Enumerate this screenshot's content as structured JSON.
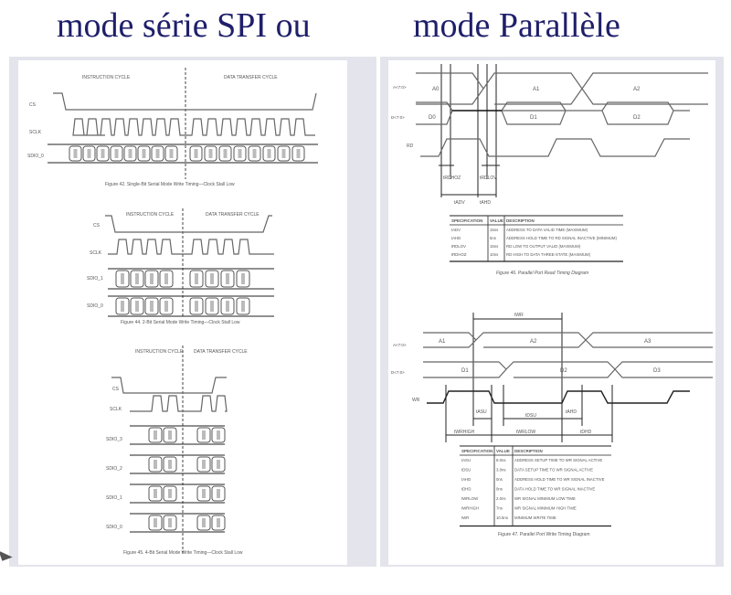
{
  "slide": {
    "title_left": "mode série SPI  ou",
    "title_right": "mode Parallèle"
  },
  "spi": {
    "instruction_cycle": "INSTRUCTION CYCLE",
    "data_transfer_cycle": "DATA TRANSFER CYCLE",
    "signals": {
      "cs": "CS",
      "sclk": "SCLK",
      "sdio0": "SDIO_0",
      "sdio1": "SDIO_1",
      "sdio2": "SDIO_2",
      "sdio3": "SDIO_3"
    },
    "captions": [
      "Figure 42. Single-Bit Serial Mode Write Timing—Clock Stall Low",
      "Figure 44. 2-Bit Serial Mode Write Timing—Clock Stall Low",
      "Figure 45. 4-Bit Serial Mode Write Timing—Clock Stall Low"
    ]
  },
  "parallel": {
    "signals": {
      "addr": "A<7:0>",
      "data": "D<7:0>",
      "rd": "RD",
      "wr": "WR"
    },
    "read": {
      "bus_labels": [
        "A0",
        "A1",
        "A2",
        "D0",
        "D1",
        "D2"
      ],
      "timing_labels": [
        "tRDHOZ",
        "tRDLOV",
        "tAHD",
        "tADV"
      ],
      "table": {
        "headers": [
          "SPECIFICATION",
          "VALUE",
          "DESCRIPTION"
        ],
        "rows": [
          [
            "tADV",
            "15ns",
            "ADDRESS TO DATA VALID TIME (MAXIMUM)"
          ],
          [
            "tAHD",
            "5ns",
            "ADDRESS HOLD TIME TO RD SIGNAL INACTIVE (MINIMUM)"
          ],
          [
            "tRDLOV",
            "15ns",
            "RD LOW TO OUTPUT VALID (MAXIMUM)"
          ],
          [
            "tRDHOZ",
            "10ns",
            "RD HIGH TO DATA THREE-STATE (MAXIMUM)"
          ]
        ]
      },
      "caption": "Figure 46. Parallel Port Read Timing Diagram"
    },
    "write": {
      "bus_labels": [
        "A1",
        "A2",
        "A3",
        "D1",
        "D2",
        "D3"
      ],
      "timing_labels": [
        "tWR",
        "tASU",
        "tDSU",
        "tAHD",
        "tWRHIGH",
        "tWRLOW",
        "tDHD"
      ],
      "table": {
        "headers": [
          "SPECIFICATION",
          "VALUE",
          "DESCRIPTION"
        ],
        "rows": [
          [
            "tASU",
            "8.0ns",
            "ADDRESS SETUP TIME TO WR SIGNAL ACTIVE"
          ],
          [
            "tDSU",
            "3.0ns",
            "DATA SETUP TIME TO WR SIGNAL ACTIVE"
          ],
          [
            "tAHD",
            "0ns",
            "ADDRESS HOLD TIME TO WR SIGNAL INACTIVE"
          ],
          [
            "tDHD",
            "0ns",
            "DATA HOLD TIME TO WR SIGNAL INACTIVE"
          ],
          [
            "tWRLOW",
            "2.0ns",
            "WR SIGNAL MINIMUM LOW TIME"
          ],
          [
            "tWRHIGH",
            "7ns",
            "WR SIGNAL MINIMUM HIGH TIME"
          ],
          [
            "tWR",
            "10.5ns",
            "MINIMUM WRITE TIME"
          ]
        ]
      },
      "caption": "Figure 47. Parallel Port Write Timing Diagram"
    }
  }
}
